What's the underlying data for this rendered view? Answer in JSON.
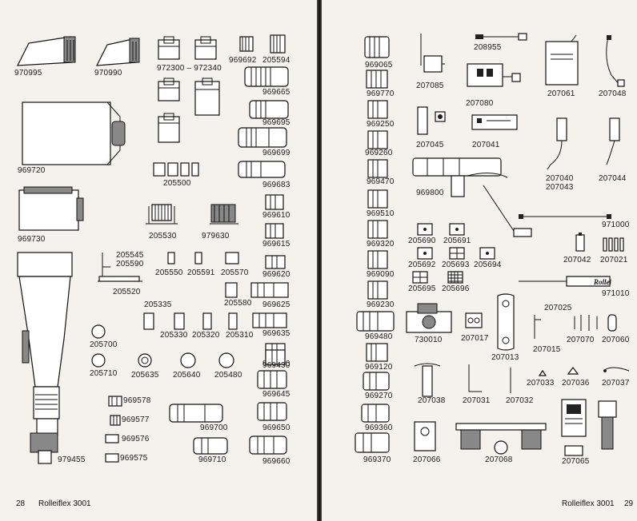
{
  "left_page": {
    "page_number": "28",
    "running_title": "Rolleiflex 3001",
    "labels": {
      "n970995": "970995",
      "n970990": "970990",
      "n972300_972340": "972300 – 972340",
      "n969692": "969692",
      "n205594": "205594",
      "n969665": "969665",
      "n969720": "969720",
      "n969695": "969695",
      "n969699": "969699",
      "n205500": "205500",
      "n969683": "969683",
      "n969730": "969730",
      "n205530": "205530",
      "n979630": "979630",
      "n969610": "969610",
      "n969615": "969615",
      "n205545": "205545",
      "n205590": "205590",
      "n205550": "205550",
      "n205591": "205591",
      "n205570": "205570",
      "n969620": "969620",
      "n205520": "205520",
      "n969625": "969625",
      "n205580": "205580",
      "n205335": "205335",
      "n969635": "969635",
      "n205330": "205330",
      "n205320": "205320",
      "n205310": "205310",
      "n969640": "969640",
      "n205700": "205700",
      "n205710": "205710",
      "n205635": "205635",
      "n205640": "205640",
      "n205480": "205480",
      "n969430": "969430",
      "n969645": "969645",
      "n969578": "969578",
      "n969700": "969700",
      "n969577": "969577",
      "n969650": "969650",
      "n969576": "969576",
      "n969710": "969710",
      "n969575": "969575",
      "n969660": "969660",
      "n979455": "979455"
    }
  },
  "right_page": {
    "page_number": "29",
    "running_title": "Rolleiflex 3001",
    "labels": {
      "n969065": "969065",
      "n208955": "208955",
      "n207085": "207085",
      "n207061": "207061",
      "n207048": "207048",
      "n969770": "969770",
      "n207080": "207080",
      "n969250": "969250",
      "n207045": "207045",
      "n207041": "207041",
      "n969260": "969260",
      "n207040": "207040",
      "n207043": "207043",
      "n207044": "207044",
      "n969470": "969470",
      "n969800": "969800",
      "n969510": "969510",
      "n971000": "971000",
      "n205690": "205690",
      "n205691": "205691",
      "n969320": "969320",
      "n207042": "207042",
      "n207021": "207021",
      "n205692": "205692",
      "n205693": "205693",
      "n205694": "205694",
      "n969090": "969090",
      "n205695": "205695",
      "n205696": "205696",
      "n971010": "971010",
      "n969230": "969230",
      "n207025": "207025",
      "n969480": "969480",
      "n730010": "730010",
      "n207017": "207017",
      "n207070": "207070",
      "n207060": "207060",
      "n207015": "207015",
      "n207013": "207013",
      "n969120": "969120",
      "n207033": "207033",
      "n207036": "207036",
      "n207037": "207037",
      "n969270": "969270",
      "n207038": "207038",
      "n207031": "207031",
      "n207032": "207032",
      "n969360": "969360",
      "n969370": "969370",
      "n207066": "207066",
      "n207068": "207068",
      "n207065": "207065",
      "strap_logo": "Rollei"
    }
  }
}
